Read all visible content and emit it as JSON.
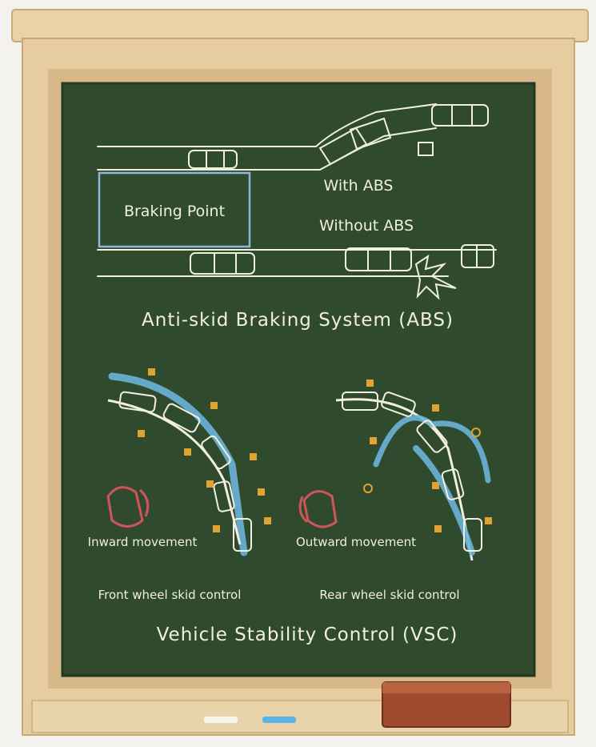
{
  "abs_section": {
    "braking_point_label": "Braking Point",
    "with_abs_label": "With ABS",
    "without_abs_label": "Without ABS",
    "title": "Anti-skid Braking System (ABS)"
  },
  "vsc_section": {
    "inward_label": "Inward movement",
    "outward_label": "Outward movement",
    "front_caption": "Front wheel skid control",
    "rear_caption": "Rear wheel skid control",
    "title": "Vehicle Stability Control (VSC)"
  },
  "colors": {
    "board": "#2f4a2c",
    "frame": "#e6cc9f",
    "chalk_white": "#f1efe0",
    "chalk_blue": "#6cb2d8",
    "chalk_orange": "#e0a232",
    "chalk_red": "#d0545a",
    "eraser": "#9d4a2f"
  },
  "icons": {
    "braking_marker": "braking-point-box-icon",
    "crash": "crash-burst-icon",
    "car": "car-outline-icon",
    "eraser": "eraser-icon"
  }
}
